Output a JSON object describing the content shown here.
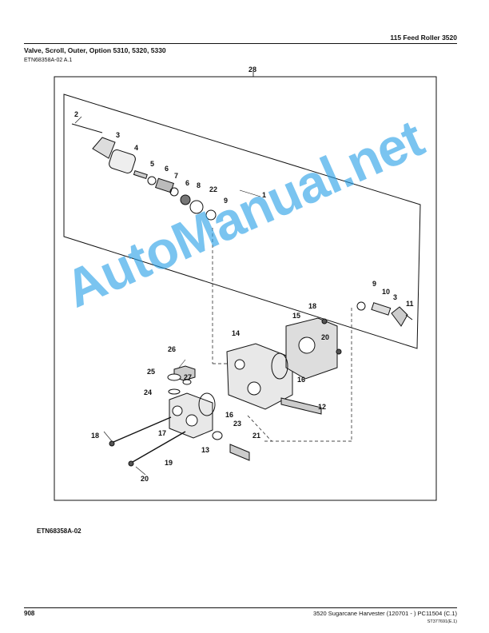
{
  "header": {
    "title": "115  Feed  Roller  3520"
  },
  "section": {
    "title": "Valve, Scroll, Outer, Option 5310, 5320, 5330",
    "figure_ref": "ETN68358A-02 A.1"
  },
  "callouts": {
    "c28": "28",
    "c2": "2",
    "c3a": "3",
    "c4": "4",
    "c5": "5",
    "c6a": "6",
    "c7": "7",
    "c6b": "6",
    "c8": "8",
    "c22": "22",
    "c9a": "9",
    "c1": "1",
    "c9b": "9",
    "c10": "10",
    "c3b": "3",
    "c11": "11",
    "c18a": "18",
    "c15": "15",
    "c20a": "20",
    "c14": "14",
    "c16a": "16",
    "c12": "12",
    "c26": "26",
    "c25": "25",
    "c27": "27",
    "c24": "24",
    "c16b": "16",
    "c23": "23",
    "c18b": "18",
    "c17": "17",
    "c21": "21",
    "c13": "13",
    "c19": "19",
    "c20b": "20"
  },
  "figure": {
    "label": "ETN68358A-02"
  },
  "footer": {
    "page_number": "908",
    "info": "3520 Sugarcane Harvester (120701 - )    PC11504    (C.1)",
    "code": "ST377691(E.1)"
  },
  "watermark": {
    "text": "AutoManual.net"
  }
}
